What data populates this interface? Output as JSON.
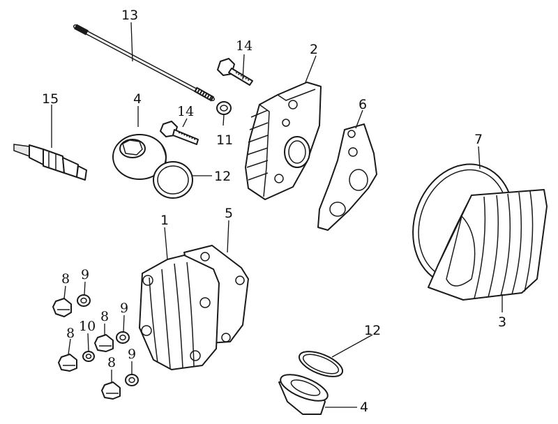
{
  "labels": {
    "p1": "1",
    "p2": "2",
    "p3": "3",
    "p4a": "4",
    "p4b": "4",
    "p5": "5",
    "p6": "6",
    "p7": "7",
    "p8a": "8",
    "p8b": "8",
    "p8c": "8",
    "p8d": "8",
    "p9a": "9",
    "p9b": "9",
    "p9c": "9",
    "p10": "10",
    "p11": "11",
    "p12a": "12",
    "p12b": "12",
    "p13": "13",
    "p14a": "14",
    "p14b": "14",
    "p15": "15"
  }
}
